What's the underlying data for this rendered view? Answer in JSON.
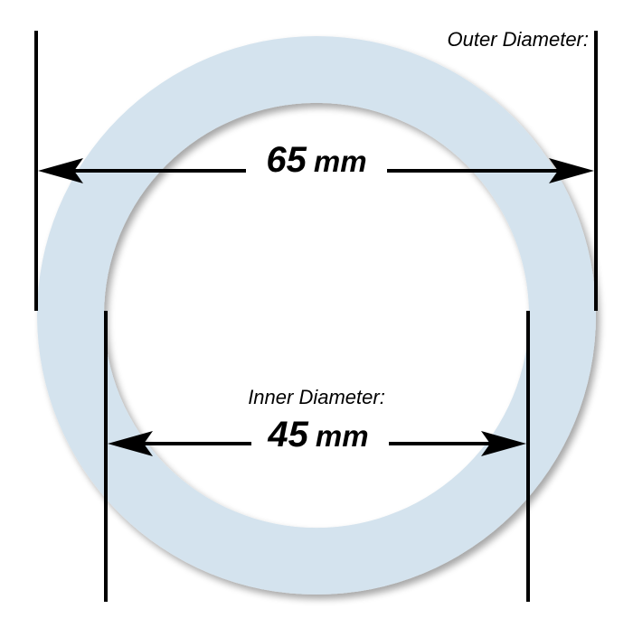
{
  "outer": {
    "caption": "Outer Diameter:",
    "value": "65",
    "unit": "mm"
  },
  "inner": {
    "caption": "Inner Diameter:",
    "value": "45",
    "unit": "mm"
  },
  "colors": {
    "ring": "#d4e3ee",
    "lines": "#000000",
    "background": "#ffffff"
  }
}
